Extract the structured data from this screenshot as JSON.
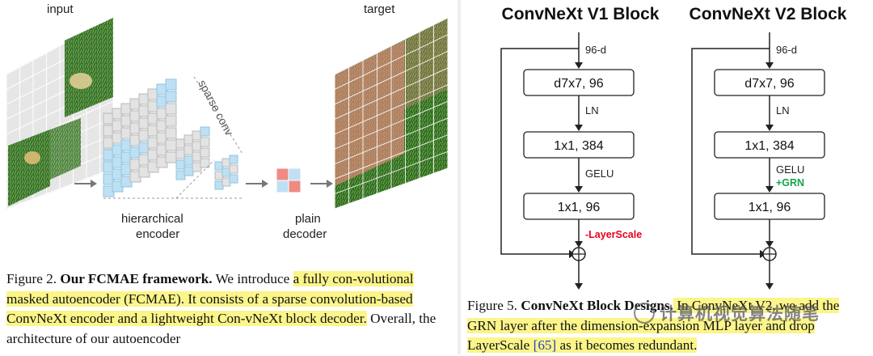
{
  "left_figure": {
    "label_input": "input",
    "label_target": "target",
    "label_sparse_conv": "sparse conv",
    "label_encoder_line1": "hierarchical",
    "label_encoder_line2": "encoder",
    "label_decoder_line1": "plain",
    "label_decoder_line2": "decoder",
    "caption": {
      "label": "Figure 2.",
      "title": "Our FCMAE framework.",
      "text_plain_1": " We introduce ",
      "text_hl_1": "a fully con-volutional masked autoencoder (FCMAE). It consists of a sparse convolution-based ConvNeXt encoder and a lightweight Con-vNeXt block decoder.",
      "text_plain_2": " Overall, the architecture of our autoencoder"
    }
  },
  "right_figure": {
    "v1": {
      "title": "ConvNeXt V1 Block",
      "input_dim": "96-d",
      "box1": "d7x7, 96",
      "norm": "LN",
      "box2": "1x1, 384",
      "act": "GELU",
      "box3": "1x1, 96",
      "note": "-LayerScale"
    },
    "v2": {
      "title": "ConvNeXt V2 Block",
      "input_dim": "96-d",
      "box1": "d7x7, 96",
      "norm": "LN",
      "box2": "1x1, 384",
      "act": "GELU",
      "note": "+GRN",
      "box3": "1x1, 96"
    },
    "caption": {
      "label": "Figure 5.",
      "title": "ConvNeXt Block Designs.",
      "text_1": " In ConvNeXt V2, we add the GRN layer after the dimension-expansion MLP layer and drop LayerScale ",
      "cite": "[65]",
      "text_2": " as it becomes redundant."
    },
    "watermark": "计算机视觉算法随笔"
  },
  "colors": {
    "note_red": "#e8001c",
    "note_green": "#15a34a",
    "highlight": "#fbf58a",
    "cube_blue": "#bfe0f2",
    "cube_grey": "#d8d8d8",
    "decoder_red": "#ef8b83"
  }
}
